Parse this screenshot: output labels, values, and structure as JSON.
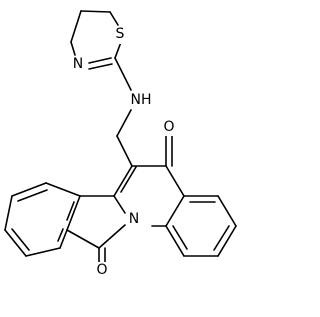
{
  "molecule": {
    "atoms": [
      {
        "id": "S1",
        "label": "S"
      },
      {
        "id": "N1",
        "label": "N"
      },
      {
        "id": "N2",
        "label": "NH"
      },
      {
        "id": "O1",
        "label": "O"
      },
      {
        "id": "N3",
        "label": "N"
      },
      {
        "id": "O2",
        "label": "O"
      }
    ],
    "colors": {
      "bond": "#000000",
      "background": "#ffffff"
    }
  }
}
